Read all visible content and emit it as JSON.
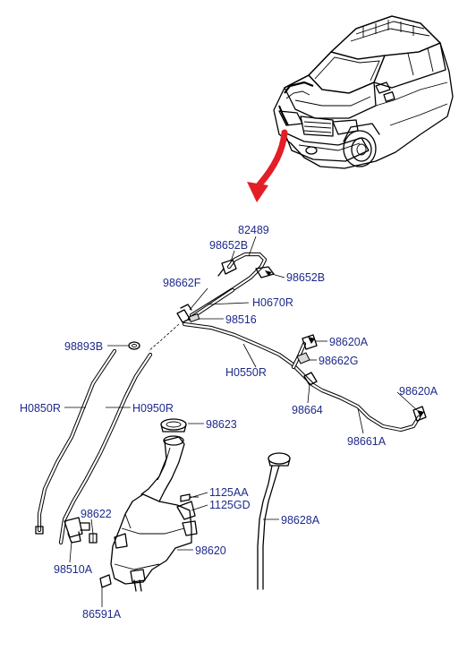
{
  "callouts": {
    "c82489": "82489",
    "c98652B_left": "98652B",
    "c98652B_right": "98652B",
    "c98662F": "98662F",
    "cH0670R": "H0670R",
    "c98516": "98516",
    "c98620A_top": "98620A",
    "c98893B": "98893B",
    "c98662G": "98662G",
    "cH0550R": "H0550R",
    "c98620A_right": "98620A",
    "cH0850R": "H0850R",
    "cH0950R": "H0950R",
    "c98664": "98664",
    "c98623": "98623",
    "c98661A": "98661A",
    "c1125AA": "1125AA",
    "c1125GD": "1125GD",
    "c98622": "98622",
    "c98628A": "98628A",
    "c98620": "98620",
    "c98510A": "98510A",
    "c86591A": "86591A"
  },
  "colors": {
    "label": "#1e2a8a",
    "arrow": "#e41e26",
    "line": "#000000"
  }
}
